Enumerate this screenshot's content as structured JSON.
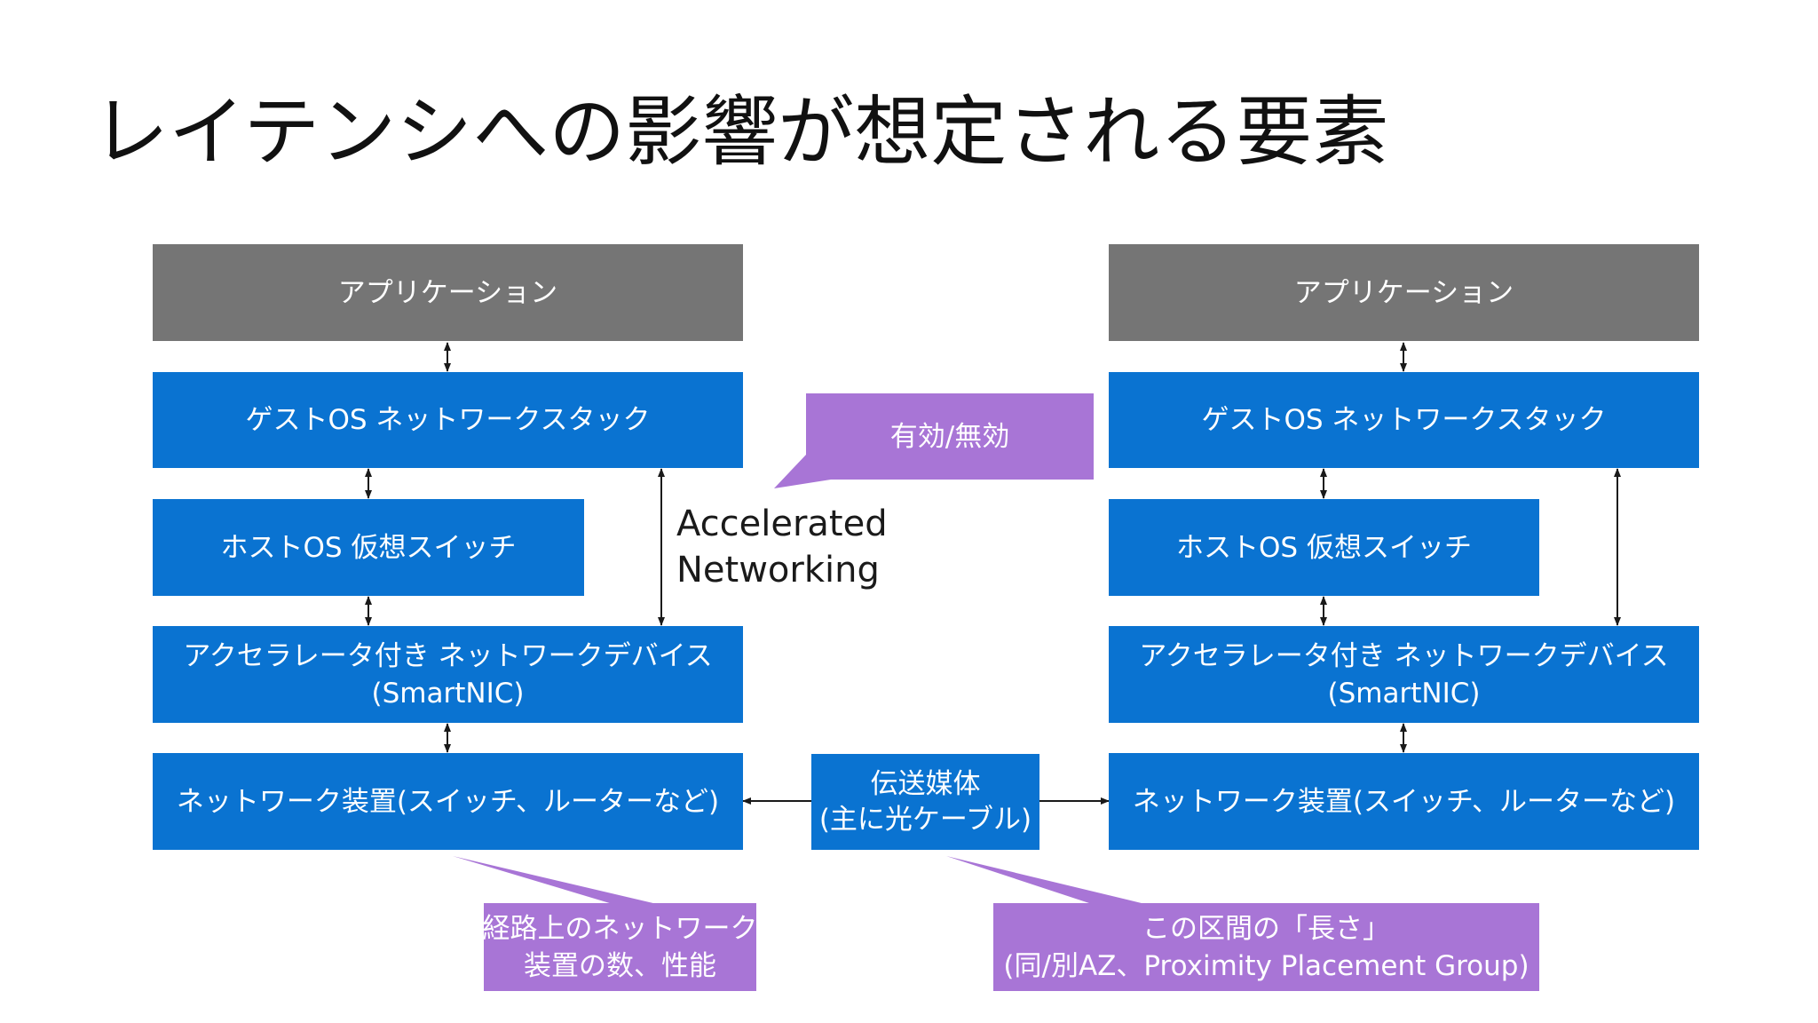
{
  "title": "レイテンシへの影響が想定される要素",
  "left_stack": {
    "application": "アプリケーション",
    "guest_os": "ゲストOS ネットワークスタック",
    "host_os": "ホストOS 仮想スイッチ",
    "smartnic_line1": "アクセラレータ付き ネットワークデバイス",
    "smartnic_line2": "(SmartNIC)",
    "network_device": "ネットワーク装置(スイッチ、ルーターなど)"
  },
  "right_stack": {
    "application": "アプリケーション",
    "guest_os": "ゲストOS ネットワークスタック",
    "host_os": "ホストOS 仮想スイッチ",
    "smartnic_line1": "アクセラレータ付き ネットワークデバイス",
    "smartnic_line2": "(SmartNIC)",
    "network_device": "ネットワーク装置(スイッチ、ルーターなど)"
  },
  "medium": {
    "line1": "伝送媒体",
    "line2": "(主に光ケーブル)"
  },
  "accelerated": {
    "line1": "Accelerated",
    "line2": "Networking"
  },
  "callouts": {
    "enable_disable": "有効/無効",
    "path_devices_line1": "経路上のネットワーク",
    "path_devices_line2": "装置の数、性能",
    "distance_line1": "この区間の「長さ」",
    "distance_line2": "(同/別AZ、Proximity Placement Group)"
  },
  "colors": {
    "gray": "#757575",
    "blue": "#0a73d1",
    "purple": "#a875d6"
  }
}
